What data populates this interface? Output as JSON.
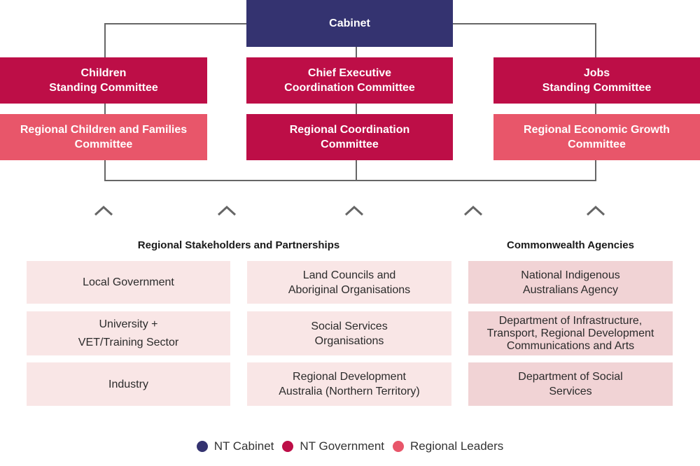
{
  "colors": {
    "nt_cabinet": "#343370",
    "nt_government": "#bd0e47",
    "regional_leaders": "#e8566a",
    "stakeholder_light": "#f9e6e6",
    "stakeholder_mid": "#f1d3d5",
    "connector": "#666666"
  },
  "governance": {
    "cabinet": "Cabinet",
    "children_committee": "Children\nStanding Committee",
    "chief_exec_committee": "Chief Executive\nCoordination Committee",
    "jobs_committee": "Jobs\nStanding Committee",
    "regional_children_committee": "Regional Children and Families\nCommittee",
    "regional_coordination_committee": "Regional Coordination\nCommittee",
    "regional_economic_committee": "Regional Economic Growth\nCommittee"
  },
  "stakeholders": {
    "title": "Regional Stakeholders and Partnerships",
    "items": [
      "Local Government",
      "Land Councils and\nAboriginal Organisations",
      "University  +\nVET/Training Sector",
      "Social Services\nOrganisations",
      "Industry",
      "Regional Development\nAustralia (Northern Territory)"
    ]
  },
  "commonwealth": {
    "title": "Commonwealth Agencies",
    "items": [
      "National Indigenous\nAustralians Agency",
      "Department of Infrastructure,\nTransport, Regional Development\nCommunications and Arts",
      "Department of Social\nServices"
    ]
  },
  "legend": [
    {
      "label": "NT Cabinet",
      "color": "#343370"
    },
    {
      "label": "NT Government",
      "color": "#bd0e47"
    },
    {
      "label": "Regional Leaders",
      "color": "#e8566a"
    }
  ],
  "icons": {
    "arrow": "chevron-up-icon"
  }
}
